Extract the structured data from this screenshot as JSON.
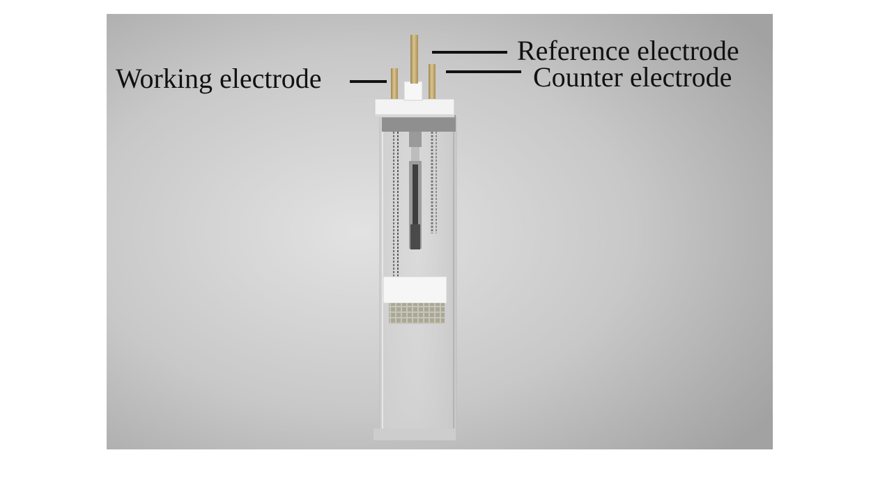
{
  "labels": {
    "working": "Working electrode",
    "reference": "Reference electrode",
    "counter": "Counter electrode"
  },
  "colors": {
    "background_light": "#dedede",
    "background_dark": "#9e9e9e",
    "electrode_rod": "#c9b178",
    "cap": "#f4f4f4",
    "text": "#111111"
  }
}
